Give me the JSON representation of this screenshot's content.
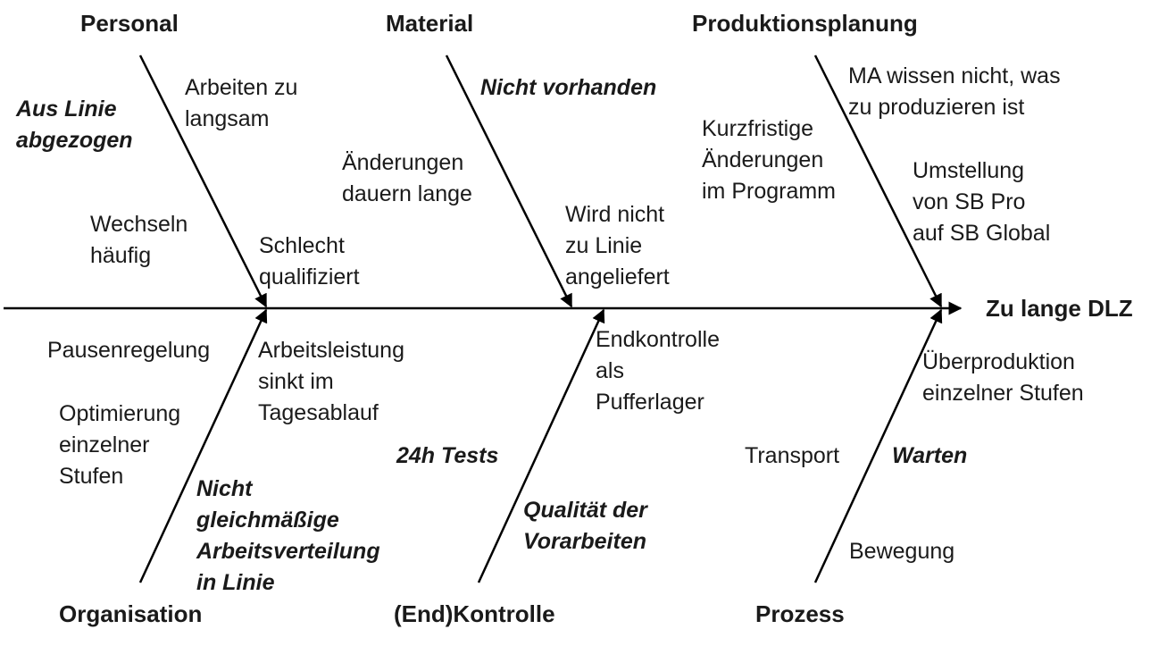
{
  "effect": "Zu lange DLZ",
  "categories": {
    "personal": "Personal",
    "material": "Material",
    "produktionsplanung": "Produktionsplanung",
    "organisation": "Organisation",
    "endkontrolle": "(End)Kontrolle",
    "prozess": "Prozess"
  },
  "causes": {
    "aus_linie": "Aus Linie\nabgezogen",
    "arbeiten_langsam": "Arbeiten zu\nlangsam",
    "wechseln": "Wechseln\nhäufig",
    "schlecht": "Schlecht\nqualifiziert",
    "nicht_vorhanden": "Nicht vorhanden",
    "aenderungen": "Änderungen\ndauern lange",
    "wird_nicht": "Wird nicht\nzu Linie\nangeliefert",
    "kurzfristige": "Kurzfristige\nÄnderungen\nim Programm",
    "ma_wissen": "MA wissen nicht, was\nzu produzieren ist",
    "umstellung": "Umstellung\nvon SB Pro\nauf SB Global",
    "pausen": "Pausenregelung",
    "arbeitsleistung": "Arbeitsleistung\nsinkt im\nTagesablauf",
    "optimierung": "Optimierung\neinzelner\nStufen",
    "nicht_gleich": "Nicht\ngleichmäßige\nArbeitsverteilung\nin Linie",
    "endkontrolle_puffer": "Endkontrolle\nals\nPufferlager",
    "tests": "24h Tests",
    "qualitaet": "Qualität der\nVorarbeiten",
    "ueberproduktion": "Überproduktion\neinzelner Stufen",
    "transport": "Transport",
    "warten": "Warten",
    "bewegung": "Bewegung"
  },
  "colors": {
    "line": "#000000",
    "text": "#1a1a1a"
  }
}
